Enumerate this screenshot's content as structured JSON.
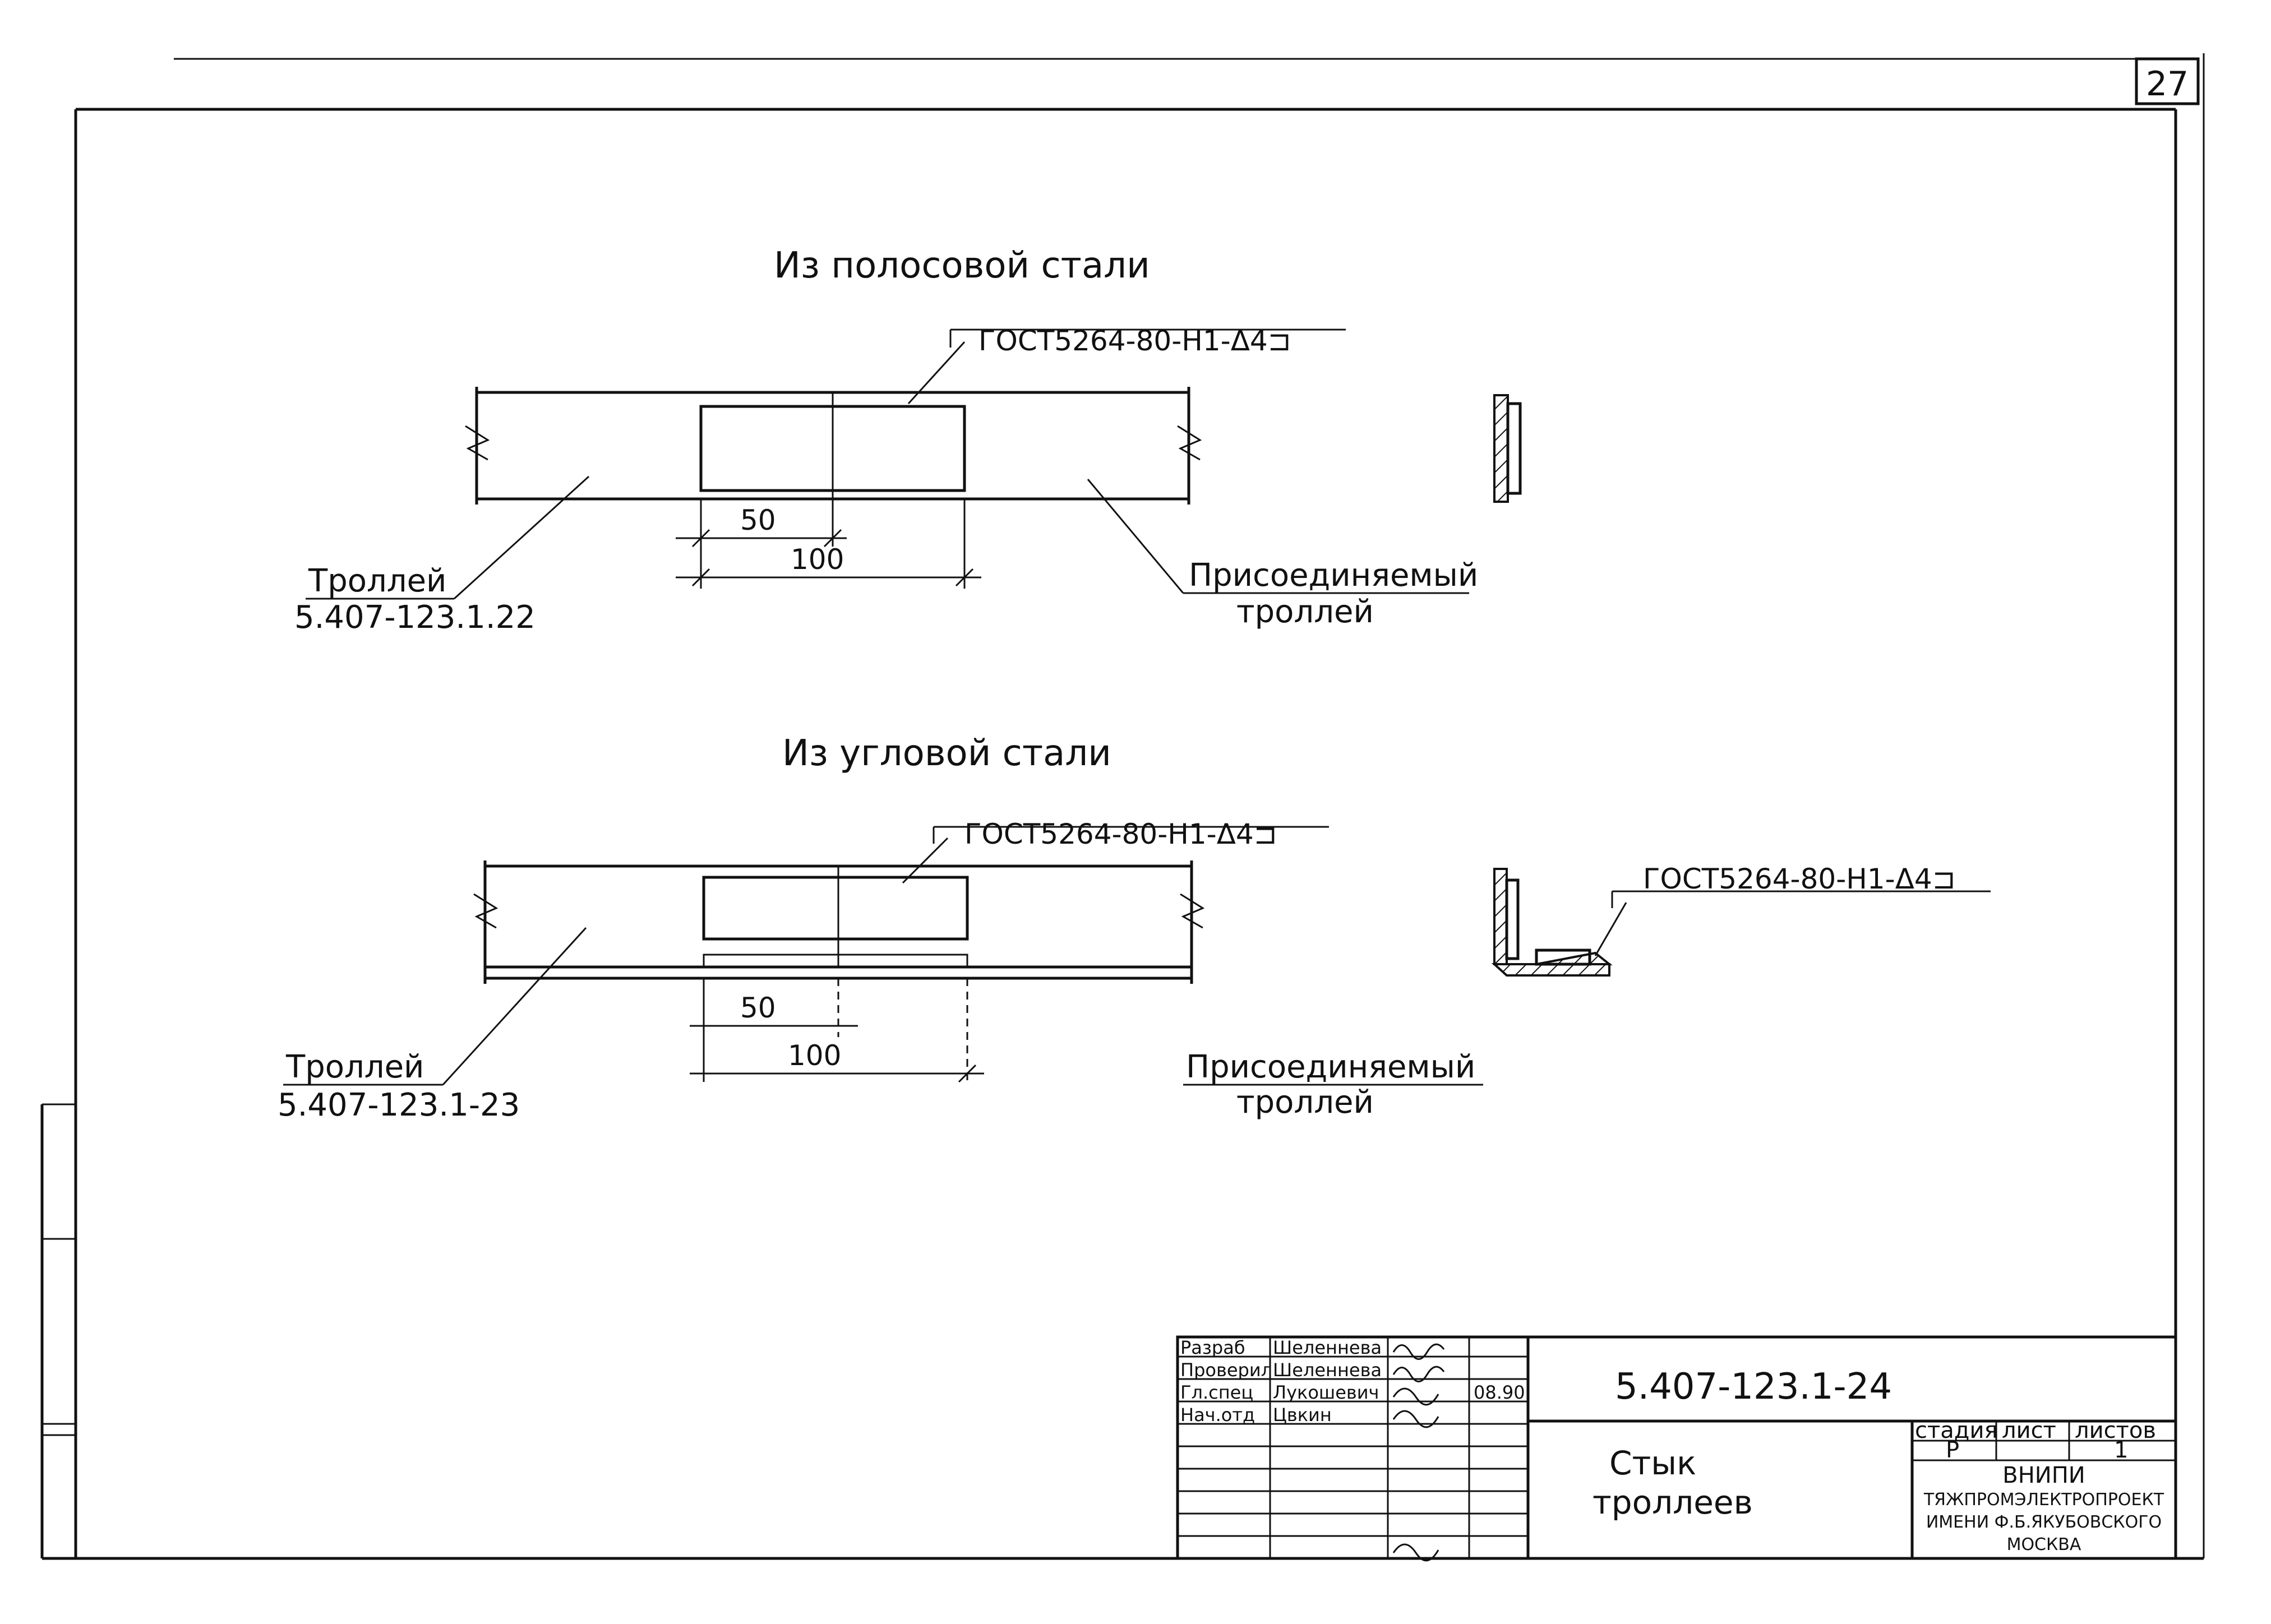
{
  "sheet": {
    "page_number": "27"
  },
  "view_strip": {
    "title": "Из полосовой стали",
    "weld_symbol": "ГОСТ5264-80-Н1-Δ4⊐",
    "dim_50": "50",
    "dim_100": "100",
    "left_label_line1": "Троллей",
    "left_label_line2": "5.407-123.1.22",
    "right_label_line1": "Присоединяемый",
    "right_label_line2": "троллей"
  },
  "view_angle": {
    "title": "Из угловой стали",
    "weld_symbol": "ГОСТ5264-80-Н1-Δ4⊐",
    "section_weld_symbol": "ГОСТ5264-80-Н1-Δ4⊐",
    "dim_50": "50",
    "dim_100": "100",
    "left_label_line1": "Троллей",
    "left_label_line2": "5.407-123.1-23",
    "right_label_line1": "Присоединяемый",
    "right_label_line2": "троллей"
  },
  "title_block": {
    "doc_code": "5.407-123.1-24",
    "drawing_name_line1": "Стык",
    "drawing_name_line2": "троллеев",
    "roles": [
      {
        "role": "Разраб",
        "name": "Шеленнева"
      },
      {
        "role": "Проверил",
        "name": "Шеленнева"
      },
      {
        "role": "Гл.спец",
        "name": "Лукошевич"
      },
      {
        "role": "Нач.отд",
        "name": "Цвкин"
      }
    ],
    "date": "08.90",
    "stage_header": "стадия",
    "sheet_header": "лист",
    "sheets_header": "листов",
    "stage_value": "Р",
    "sheets_value": "1",
    "org_line1": "ВНИПИ",
    "org_line2": "ТЯЖПРОМЭЛЕКТРОПРОЕКТ",
    "org_line3": "ИМЕНИ Ф.Б.ЯКУБОВСКОГО",
    "org_line4": "МОСКВА"
  }
}
